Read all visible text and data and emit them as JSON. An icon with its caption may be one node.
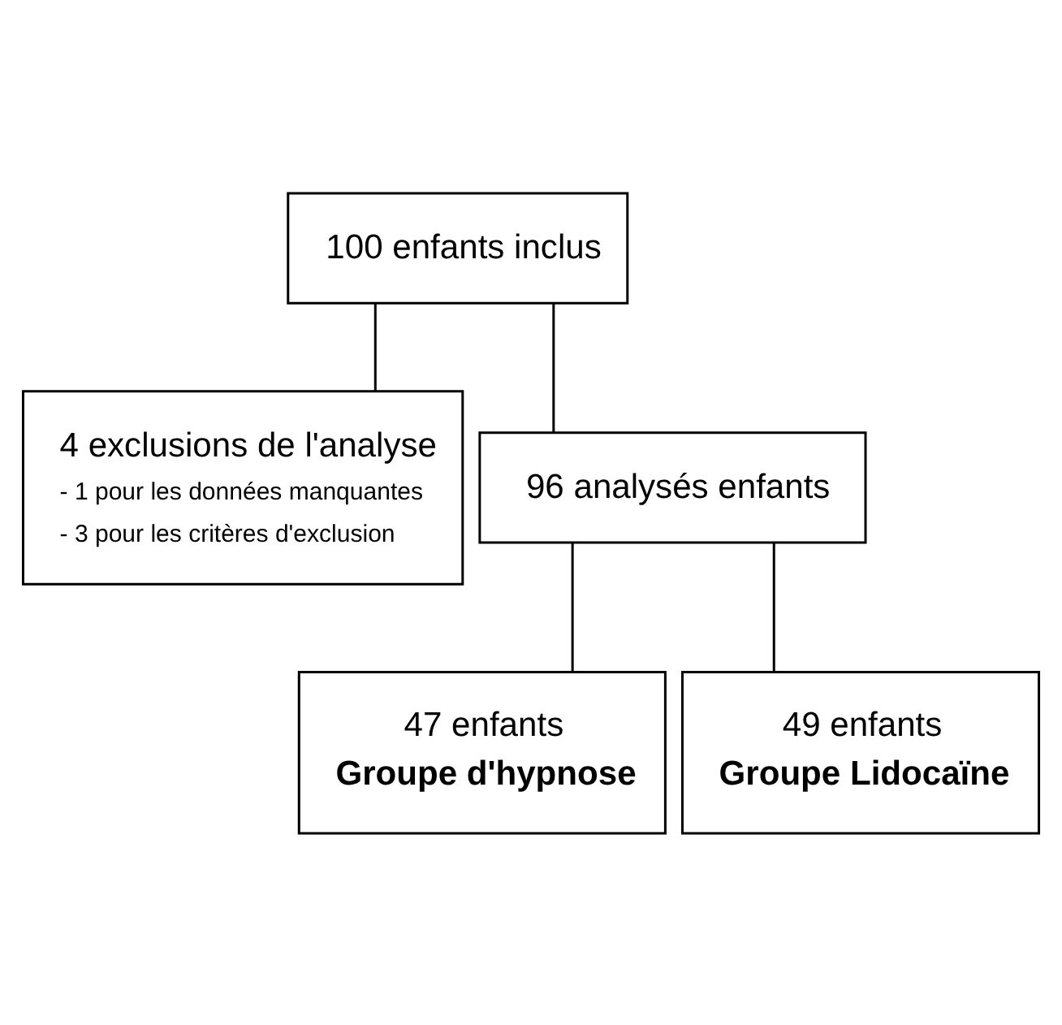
{
  "diagram": {
    "nodes": [
      {
        "text": [
          "100 enfants inclus"
        ]
      },
      {
        "text": [
          "4 exclusions de l'analyse",
          "- 1 pour les données manquantes",
          "- 3 pour les critères d'exclusion"
        ]
      },
      {
        "text": [
          "96 analysés enfants"
        ]
      },
      {
        "text": [
          "47 enfants",
          "Groupe d'hypnose"
        ]
      },
      {
        "text": [
          "49 enfants",
          "Groupe Lidocaïne"
        ]
      }
    ],
    "edges": [
      {
        "from": 0,
        "to": 1,
        "arrow": "none"
      },
      {
        "from": 0,
        "to": 2,
        "arrow": "none"
      },
      {
        "from": 2,
        "to": 3,
        "arrow": "none"
      },
      {
        "from": 2,
        "to": 4,
        "arrow": "none"
      }
    ]
  }
}
